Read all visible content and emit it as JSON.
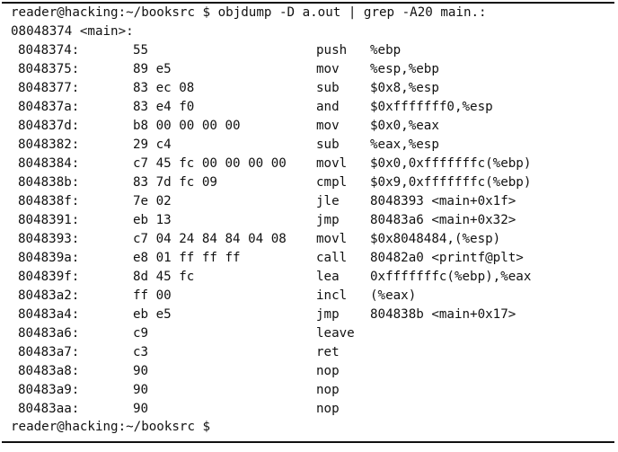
{
  "terminal": {
    "command_line": "reader@hacking:~/booksrc $ objdump -D a.out | grep -A20 main.:",
    "function_header": "08048374 <main>:",
    "rows": [
      {
        "addr": "8048374:",
        "bytes": "55",
        "mnemonic": "push",
        "operands": "%ebp"
      },
      {
        "addr": "8048375:",
        "bytes": "89 e5",
        "mnemonic": "mov",
        "operands": "%esp,%ebp"
      },
      {
        "addr": "8048377:",
        "bytes": "83 ec 08",
        "mnemonic": "sub",
        "operands": "$0x8,%esp"
      },
      {
        "addr": "804837a:",
        "bytes": "83 e4 f0",
        "mnemonic": "and",
        "operands": "$0xfffffff0,%esp"
      },
      {
        "addr": "804837d:",
        "bytes": "b8 00 00 00 00",
        "mnemonic": "mov",
        "operands": "$0x0,%eax"
      },
      {
        "addr": "8048382:",
        "bytes": "29 c4",
        "mnemonic": "sub",
        "operands": "%eax,%esp"
      },
      {
        "addr": "8048384:",
        "bytes": "c7 45 fc 00 00 00 00",
        "mnemonic": "movl",
        "operands": "$0x0,0xfffffffc(%ebp)"
      },
      {
        "addr": "804838b:",
        "bytes": "83 7d fc 09",
        "mnemonic": "cmpl",
        "operands": "$0x9,0xfffffffc(%ebp)"
      },
      {
        "addr": "804838f:",
        "bytes": "7e 02",
        "mnemonic": "jle",
        "operands": "8048393 <main+0x1f>"
      },
      {
        "addr": "8048391:",
        "bytes": "eb 13",
        "mnemonic": "jmp",
        "operands": "80483a6 <main+0x32>"
      },
      {
        "addr": "8048393:",
        "bytes": "c7 04 24 84 84 04 08",
        "mnemonic": "movl",
        "operands": "$0x8048484,(%esp)"
      },
      {
        "addr": "804839a:",
        "bytes": "e8 01 ff ff ff",
        "mnemonic": "call",
        "operands": "80482a0 <printf@plt>"
      },
      {
        "addr": "804839f:",
        "bytes": "8d 45 fc",
        "mnemonic": "lea",
        "operands": "0xfffffffc(%ebp),%eax"
      },
      {
        "addr": "80483a2:",
        "bytes": "ff 00",
        "mnemonic": "incl",
        "operands": "(%eax)"
      },
      {
        "addr": "80483a4:",
        "bytes": "eb e5",
        "mnemonic": "jmp",
        "operands": "804838b <main+0x17>"
      },
      {
        "addr": "80483a6:",
        "bytes": "c9",
        "mnemonic": "leave",
        "operands": ""
      },
      {
        "addr": "80483a7:",
        "bytes": "c3",
        "mnemonic": "ret",
        "operands": ""
      },
      {
        "addr": "80483a8:",
        "bytes": "90",
        "mnemonic": "nop",
        "operands": ""
      },
      {
        "addr": "80483a9:",
        "bytes": "90",
        "mnemonic": "nop",
        "operands": ""
      },
      {
        "addr": "80483aa:",
        "bytes": "90",
        "mnemonic": "nop",
        "operands": ""
      }
    ],
    "final_prompt": "reader@hacking:~/booksrc $"
  }
}
